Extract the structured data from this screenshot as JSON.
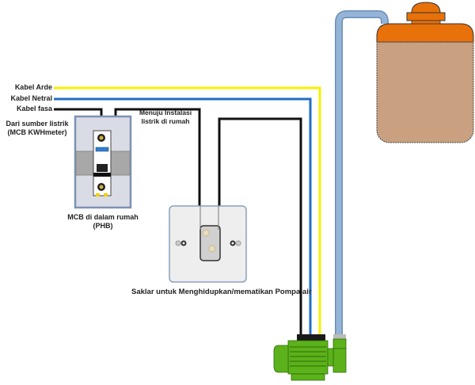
{
  "labels": {
    "ground_cable": "Kabel Arde",
    "neutral_cable": "Kabel Netral",
    "phase_cable": "Kabel fasa",
    "source_line1": "Dari sumber listrik",
    "source_line2": "(MCB KWHmeter)",
    "to_installation_line1": "Menuju Instalasi",
    "to_installation_line2": "listrik di rumah",
    "mcb_line1": "MCB di dalam rumah",
    "mcb_line2": "(PHB)",
    "switch": "Saklar untuk Menghidupkan/mematikan Pompa air"
  },
  "colors": {
    "ground_wire": "#f5f000",
    "neutral_wire": "#1f6fc5",
    "phase_wire": "#111111",
    "pipe": "#94b4d8",
    "tank_top": "#e8710a",
    "tank_body": "#c9a080",
    "pump": "#5cb21a"
  },
  "components": [
    "mcb",
    "switch",
    "water-pump",
    "water-tank",
    "pipe"
  ]
}
